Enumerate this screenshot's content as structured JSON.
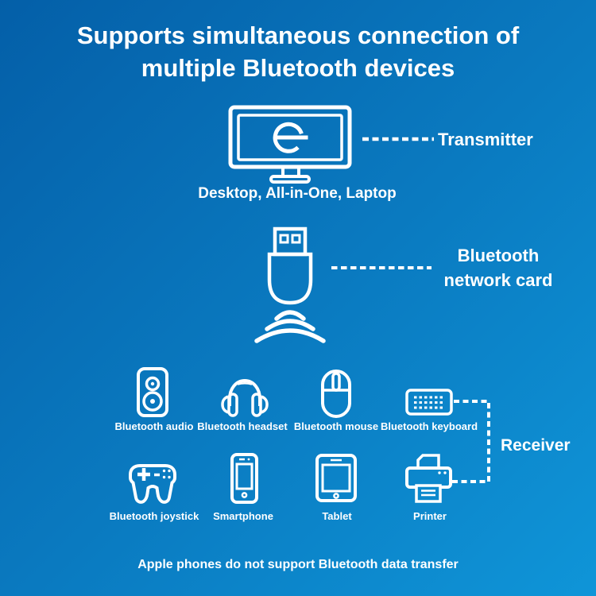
{
  "colors": {
    "background_top_left": "#045fa8",
    "background_bottom_right": "#0f95d8",
    "foreground": "#ffffff"
  },
  "title": {
    "line1": "Supports simultaneous connection of",
    "line2": "multiple Bluetooth devices"
  },
  "transmitter_section": {
    "icon": "monitor-icon",
    "monitor_logo": "e",
    "label": "Transmitter",
    "caption": "Desktop, All-in-One, Laptop"
  },
  "adapter_section": {
    "icon": "usb-dongle-icon",
    "signal_icon": "signal-waves-icon",
    "label_line1": "Bluetooth",
    "label_line2": "network card"
  },
  "receiver_section": {
    "label": "Receiver",
    "devices": [
      {
        "name": "Bluetooth audio",
        "icon": "speaker-icon"
      },
      {
        "name": "Bluetooth headset",
        "icon": "headphones-icon"
      },
      {
        "name": "Bluetooth mouse",
        "icon": "mouse-icon"
      },
      {
        "name": "Bluetooth keyboard",
        "icon": "keyboard-icon"
      },
      {
        "name": "Bluetooth joystick",
        "icon": "gamepad-icon"
      },
      {
        "name": "Smartphone",
        "icon": "smartphone-icon"
      },
      {
        "name": "Tablet",
        "icon": "tablet-icon"
      },
      {
        "name": "Printer",
        "icon": "printer-icon"
      }
    ]
  },
  "footnote": "Apple phones do not support Bluetooth data transfer"
}
